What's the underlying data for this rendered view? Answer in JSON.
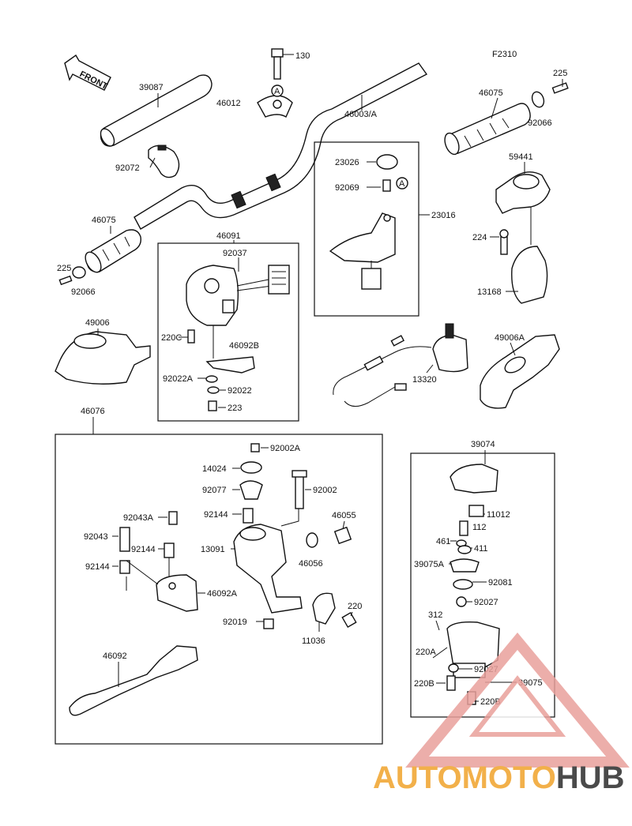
{
  "diagram_code": "F2310",
  "front_label": "FRONT",
  "callouts": {
    "p130": "130",
    "p39087": "39087",
    "p46012": "46012",
    "p46003a": "46003/A",
    "p225_r": "225",
    "p46075_r": "46075",
    "p92066_r": "92066",
    "p92072": "92072",
    "p23026": "23026",
    "p92069": "92069",
    "p23016": "23016",
    "p59441": "59441",
    "p46075_l": "46075",
    "p46091": "46091",
    "p92037": "92037",
    "p225_l": "225",
    "p92066_l": "92066",
    "p224": "224",
    "p13168": "13168",
    "p49006": "49006",
    "p220c": "220C",
    "p46092b": "46092B",
    "p49006a": "49006A",
    "p13320": "13320",
    "p92022a": "92022A",
    "p92022": "92022",
    "p223": "223",
    "p46076": "46076",
    "p39074": "39074",
    "p92002a": "92002A",
    "p14024": "14024",
    "p92077": "92077",
    "p92002": "92002",
    "p92144_a": "92144",
    "p46055": "46055",
    "p92043a": "92043A",
    "p11012": "11012",
    "p112": "112",
    "p92043": "92043",
    "p92144_b": "92144",
    "p13091": "13091",
    "p461": "461",
    "p411": "411",
    "p46056": "46056",
    "p92144_c": "92144",
    "p39075a": "39075A",
    "p46092a": "46092A",
    "p92081": "92081",
    "p92027_a": "92027",
    "p220": "220",
    "p92019": "92019",
    "p312": "312",
    "p11036": "11036",
    "p220a": "220A",
    "p46092": "46092",
    "p92027_b": "92027",
    "p220b_a": "220B",
    "p39075": "39075",
    "p220b_b": "220B"
  },
  "circle_markers": {
    "a1": "A",
    "a2": "A"
  },
  "watermark": {
    "text_part1": "AUTOMOTO",
    "text_part2": "HUB",
    "color1": "#f2b04a",
    "color2": "#e0615a",
    "color3": "#4a4a4a"
  }
}
